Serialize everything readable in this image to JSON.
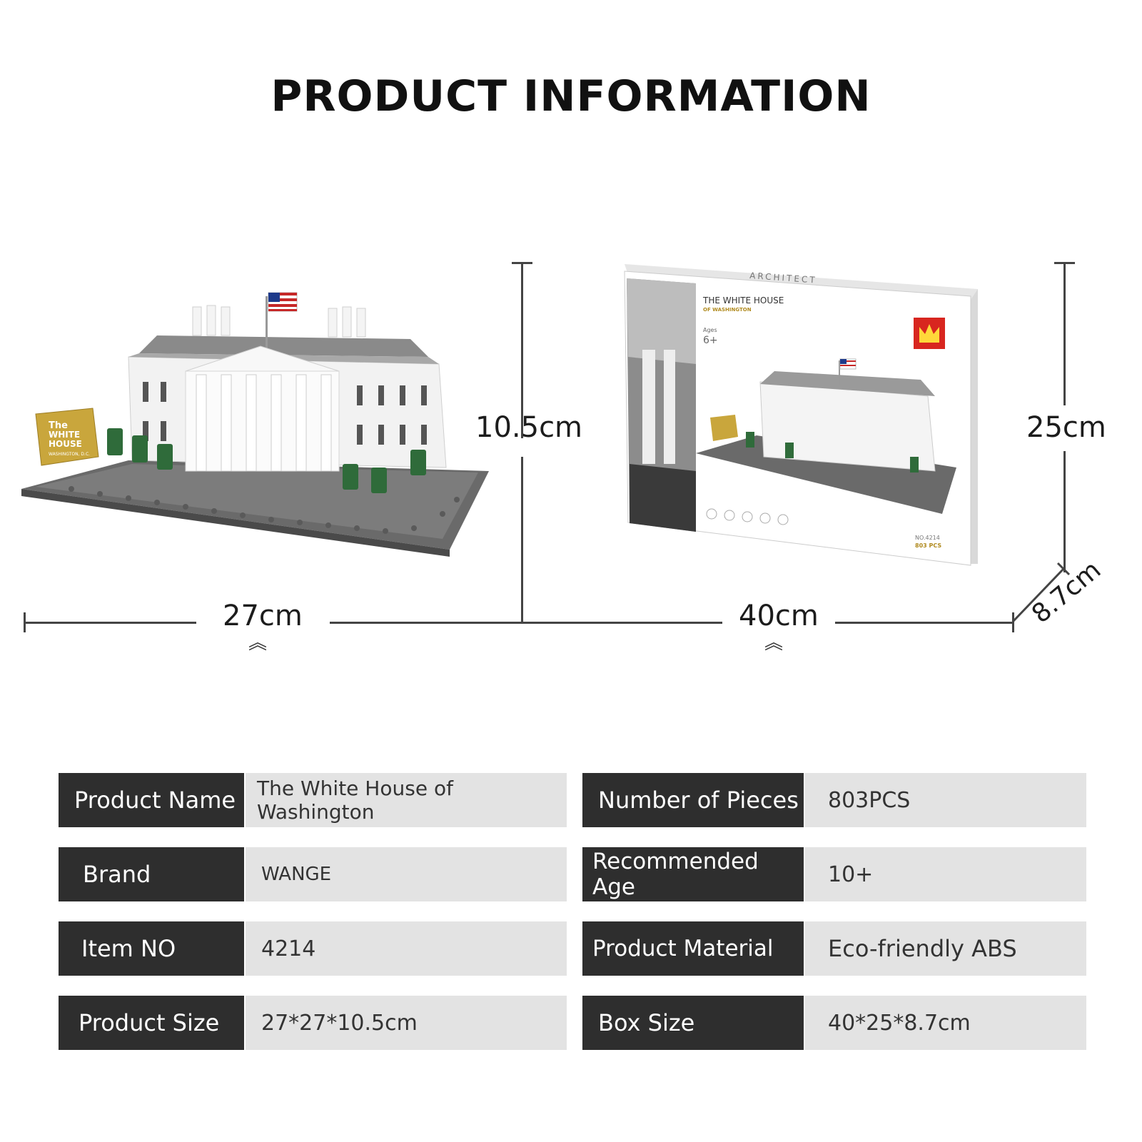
{
  "title": "PRODUCT INFORMATION",
  "dimensions": {
    "model_height": "10.5cm",
    "model_width": "27cm",
    "box_height": "25cm",
    "box_width": "40cm",
    "box_depth": "8.7cm"
  },
  "model_plaque": {
    "line1": "The",
    "line2": "WHITE",
    "line3": "HOUSE",
    "line4": "WASHINGTON, D.C."
  },
  "box": {
    "series": "ARCHITECT",
    "name": "THE WHITE HOUSE",
    "subname": "OF WASHINGTON",
    "ages_label": "Ages",
    "ages_value": "6+",
    "item_no": "NO.4214",
    "pieces": "803 PCS"
  },
  "specs": [
    {
      "key": "Product Name",
      "value": "The White House of Washington"
    },
    {
      "key": "Number of Pieces",
      "value": "803PCS"
    },
    {
      "key": "Brand",
      "value": "WANGE"
    },
    {
      "key": "Recommended Age",
      "value": "10+"
    },
    {
      "key": "Item NO",
      "value": "4214"
    },
    {
      "key": "Product Material",
      "value": "Eco-friendly ABS"
    },
    {
      "key": "Product Size",
      "value": "27*27*10.5cm"
    },
    {
      "key": "Box Size",
      "value": "40*25*8.7cm"
    }
  ],
  "colors": {
    "key_bg": "#2e2e2e",
    "value_bg": "#e3e3e3",
    "brand_red": "#d8261f",
    "plaque_gold": "#c9a63c"
  }
}
